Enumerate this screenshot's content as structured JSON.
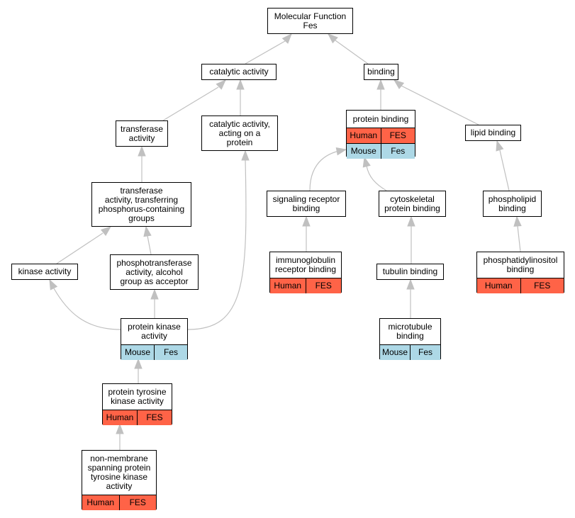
{
  "colors": {
    "human": "#ff6347",
    "mouse": "#add8e6",
    "edge": "#c0c0c0"
  },
  "nodes": [
    {
      "id": "molecular-function",
      "label": "Molecular Function\nFes",
      "rows": []
    },
    {
      "id": "catalytic-activity",
      "label": "catalytic activity",
      "rows": []
    },
    {
      "id": "binding",
      "label": "binding",
      "rows": []
    },
    {
      "id": "transferase-activity",
      "label": "transferase\nactivity",
      "rows": []
    },
    {
      "id": "catalytic-activity-protein",
      "label": "catalytic activity,\nacting on a\nprotein",
      "rows": []
    },
    {
      "id": "protein-binding",
      "label": "protein binding",
      "rows": [
        {
          "organism": "Human",
          "gene": "FES",
          "color": "#ff6347"
        },
        {
          "organism": "Mouse",
          "gene": "Fes",
          "color": "#add8e6"
        }
      ]
    },
    {
      "id": "lipid-binding",
      "label": "lipid binding",
      "rows": []
    },
    {
      "id": "transferase-phosphorus",
      "label": "transferase\nactivity, transferring\nphosphorus-containing\ngroups",
      "rows": []
    },
    {
      "id": "signaling-receptor-binding",
      "label": "signaling receptor\nbinding",
      "rows": []
    },
    {
      "id": "cytoskeletal-protein-binding",
      "label": "cytoskeletal\nprotein binding",
      "rows": []
    },
    {
      "id": "phospholipid-binding",
      "label": "phospholipid\nbinding",
      "rows": []
    },
    {
      "id": "kinase-activity",
      "label": "kinase activity",
      "rows": []
    },
    {
      "id": "phosphotransferase-alcohol",
      "label": "phosphotransferase\nactivity, alcohol\ngroup as acceptor",
      "rows": []
    },
    {
      "id": "immunoglobulin-receptor-binding",
      "label": "immunoglobulin\nreceptor binding",
      "rows": [
        {
          "organism": "Human",
          "gene": "FES",
          "color": "#ff6347"
        }
      ]
    },
    {
      "id": "tubulin-binding",
      "label": "tubulin binding",
      "rows": []
    },
    {
      "id": "phosphatidylinositol-binding",
      "label": "phosphatidylinositol\nbinding",
      "rows": [
        {
          "organism": "Human",
          "gene": "FES",
          "color": "#ff6347"
        }
      ]
    },
    {
      "id": "protein-kinase-activity",
      "label": "protein kinase\nactivity",
      "rows": [
        {
          "organism": "Mouse",
          "gene": "Fes",
          "color": "#add8e6"
        }
      ]
    },
    {
      "id": "microtubule-binding",
      "label": "microtubule\nbinding",
      "rows": [
        {
          "organism": "Mouse",
          "gene": "Fes",
          "color": "#add8e6"
        }
      ]
    },
    {
      "id": "protein-tyrosine-kinase-activity",
      "label": "protein tyrosine\nkinase activity",
      "rows": [
        {
          "organism": "Human",
          "gene": "FES",
          "color": "#ff6347"
        }
      ]
    },
    {
      "id": "non-membrane-spanning-ptk",
      "label": "non-membrane\nspanning protein\ntyrosine kinase\nactivity",
      "rows": [
        {
          "organism": "Human",
          "gene": "FES",
          "color": "#ff6347"
        }
      ]
    }
  ],
  "edges": [
    {
      "from": "catalytic-activity",
      "to": "molecular-function"
    },
    {
      "from": "binding",
      "to": "molecular-function"
    },
    {
      "from": "transferase-activity",
      "to": "catalytic-activity"
    },
    {
      "from": "catalytic-activity-protein",
      "to": "catalytic-activity"
    },
    {
      "from": "protein-binding",
      "to": "binding"
    },
    {
      "from": "lipid-binding",
      "to": "binding"
    },
    {
      "from": "transferase-phosphorus",
      "to": "transferase-activity"
    },
    {
      "from": "signaling-receptor-binding",
      "to": "protein-binding"
    },
    {
      "from": "cytoskeletal-protein-binding",
      "to": "protein-binding"
    },
    {
      "from": "phospholipid-binding",
      "to": "lipid-binding"
    },
    {
      "from": "kinase-activity",
      "to": "transferase-phosphorus"
    },
    {
      "from": "phosphotransferase-alcohol",
      "to": "transferase-phosphorus"
    },
    {
      "from": "immunoglobulin-receptor-binding",
      "to": "signaling-receptor-binding"
    },
    {
      "from": "tubulin-binding",
      "to": "cytoskeletal-protein-binding"
    },
    {
      "from": "phosphatidylinositol-binding",
      "to": "phospholipid-binding"
    },
    {
      "from": "protein-kinase-activity",
      "to": "kinase-activity"
    },
    {
      "from": "protein-kinase-activity",
      "to": "phosphotransferase-alcohol"
    },
    {
      "from": "protein-kinase-activity",
      "to": "catalytic-activity-protein"
    },
    {
      "from": "microtubule-binding",
      "to": "tubulin-binding"
    },
    {
      "from": "protein-tyrosine-kinase-activity",
      "to": "protein-kinase-activity"
    },
    {
      "from": "non-membrane-spanning-ptk",
      "to": "protein-tyrosine-kinase-activity"
    }
  ]
}
